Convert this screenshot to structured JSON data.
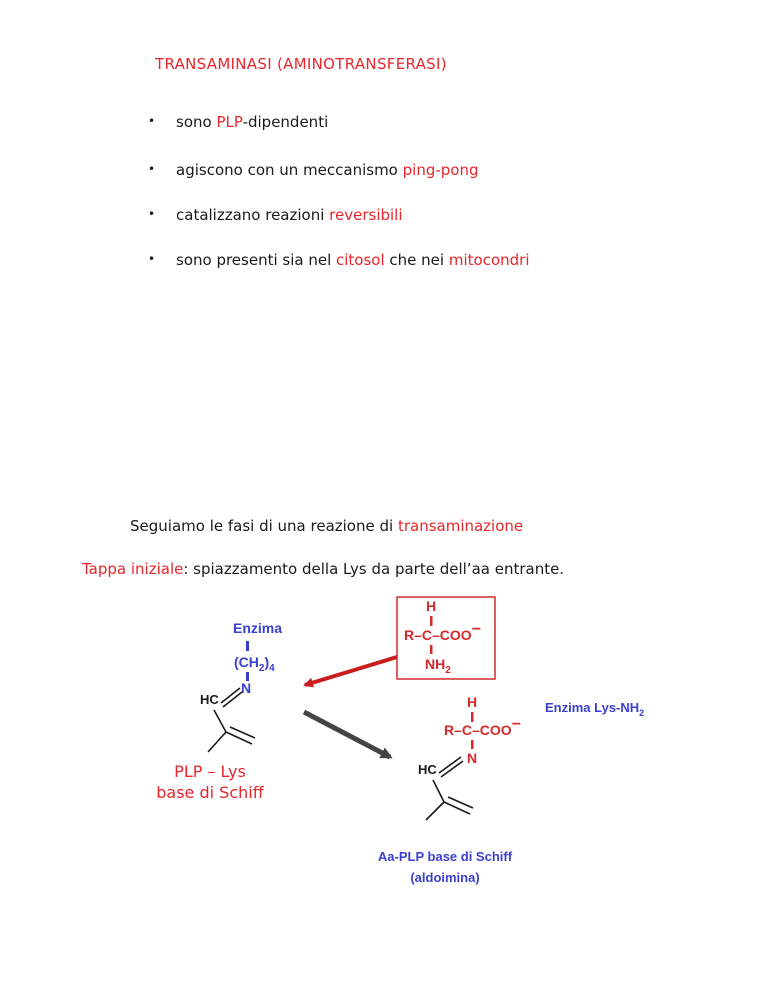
{
  "title": "TRANSAMINASI (AMINOTRANSFERASI)",
  "bullets": [
    {
      "pre": "sono ",
      "hl": "PLP",
      "post": "-dipendenti"
    },
    {
      "pre": "agiscono con un meccanismo ",
      "hl": "ping-pong",
      "post": ""
    },
    {
      "pre": "catalizzano reazioni ",
      "hl": "reversibili",
      "post": ""
    },
    {
      "pre": "sono presenti sia nel ",
      "hl": "citosol",
      "mid": " che nei ",
      "hl2": "mitocondri"
    }
  ],
  "phase_line": {
    "pre": "Seguiamo le fasi di una reazione di ",
    "hl": "transaminazione"
  },
  "step_line": {
    "hl": "Tappa iniziale",
    "post": ": spiazzamento della Lys da parte dell’aa entrante."
  },
  "diagram": {
    "enzyme_label": "Enzima",
    "ch2": "(CH",
    "ch2_sub": "2",
    "ch2_close": ")",
    "ch2_n": "4",
    "n": "N",
    "hc": "HC",
    "plp_lys_1": "PLP – Lys",
    "plp_lys_2": "base di Schiff",
    "aa_h": "H",
    "aa_chain": "R–C–COO",
    "aa_minus": "−",
    "aa_nh": "NH",
    "aa_nh_sub": "2",
    "prod_h": "H",
    "prod_chain": "R–C–COO",
    "prod_minus": "−",
    "prod_n": "N",
    "prod_hc": "HC",
    "enzyme_lys": "Enzima Lys-NH",
    "enzyme_lys_sub": "2",
    "aa_plp_1": "Aa-PLP base di Schiff",
    "aa_plp_2": "(aldoimina)"
  },
  "colors": {
    "accent": "#e8262b",
    "blue": "#3a3fd0",
    "arrow_gray": "#555555"
  }
}
